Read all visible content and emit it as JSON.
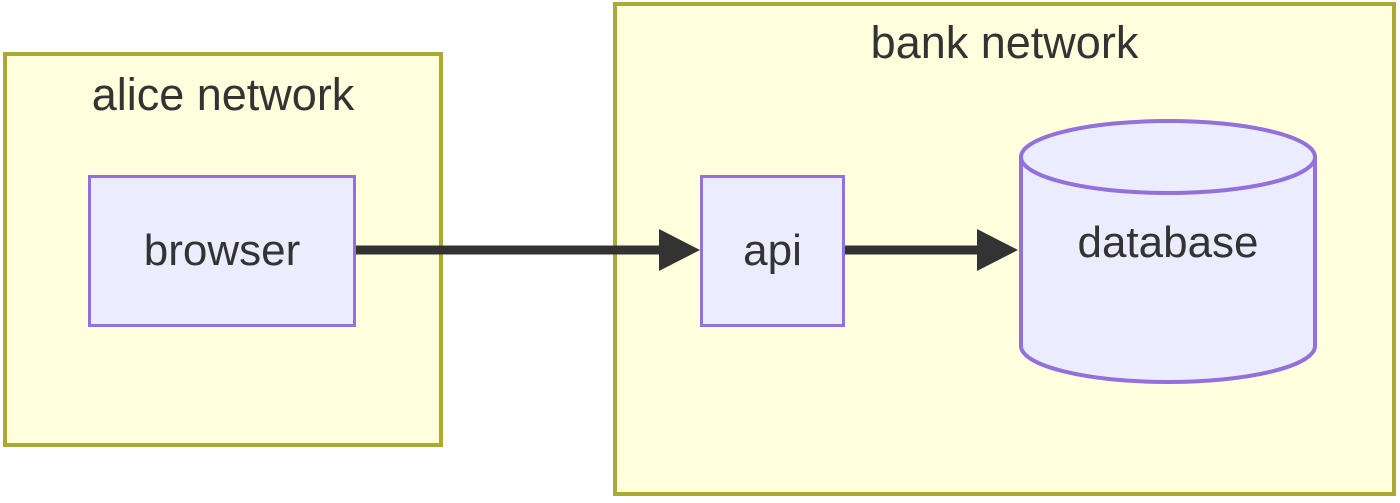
{
  "diagram": {
    "type": "flowchart-lr",
    "clusters": [
      {
        "id": "alice",
        "label": "alice network",
        "nodes": [
          {
            "id": "browser",
            "label": "browser",
            "shape": "rectangle"
          }
        ]
      },
      {
        "id": "bank",
        "label": "bank network",
        "nodes": [
          {
            "id": "api",
            "label": "api",
            "shape": "rectangle"
          },
          {
            "id": "database",
            "label": "database",
            "shape": "cylinder"
          }
        ]
      }
    ],
    "edges": [
      {
        "from": "browser",
        "to": "api",
        "style": "thick-arrow"
      },
      {
        "from": "api",
        "to": "database",
        "style": "thick-arrow"
      }
    ],
    "colors": {
      "canvas": "#ffffff",
      "cluster_fill": "#ffffde",
      "cluster_border": "#aaaa33",
      "node_fill": "#ececff",
      "node_border": "#9370db",
      "edge": "#333333",
      "text": "#333333"
    }
  }
}
